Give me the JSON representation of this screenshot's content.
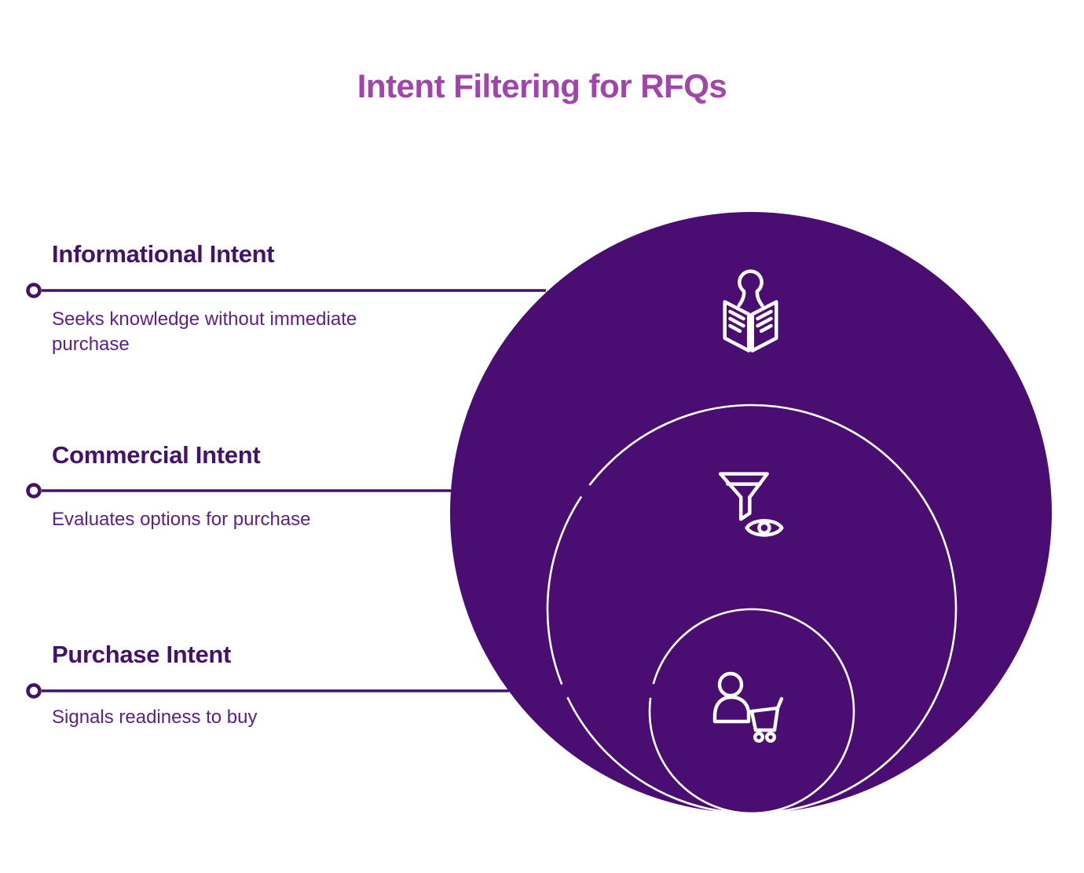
{
  "title": "Intent Filtering for RFQs",
  "sections": [
    {
      "heading": "Informational Intent",
      "description": "Seeks knowledge without immediate purchase",
      "icon": "reader-icon"
    },
    {
      "heading": "Commercial Intent",
      "description": "Evaluates options for purchase",
      "icon": "filter-view-icon"
    },
    {
      "heading": "Purchase Intent",
      "description": "Signals readiness to buy",
      "icon": "buyer-cart-icon"
    }
  ],
  "diagram": {
    "type": "nested-circles",
    "circle_count": 3,
    "icons": [
      "reader-icon",
      "filter-view-icon",
      "buyer-cart-icon"
    ]
  },
  "colors": {
    "title": "#A144AC",
    "heading": "#44126B",
    "body_text": "#5D2087",
    "connector": "#44126B",
    "circle_fill": "#4A0E73",
    "circle_outline": "#FFFFFF",
    "icon_stroke": "#FFFFFF",
    "background": "#FFFFFF"
  }
}
